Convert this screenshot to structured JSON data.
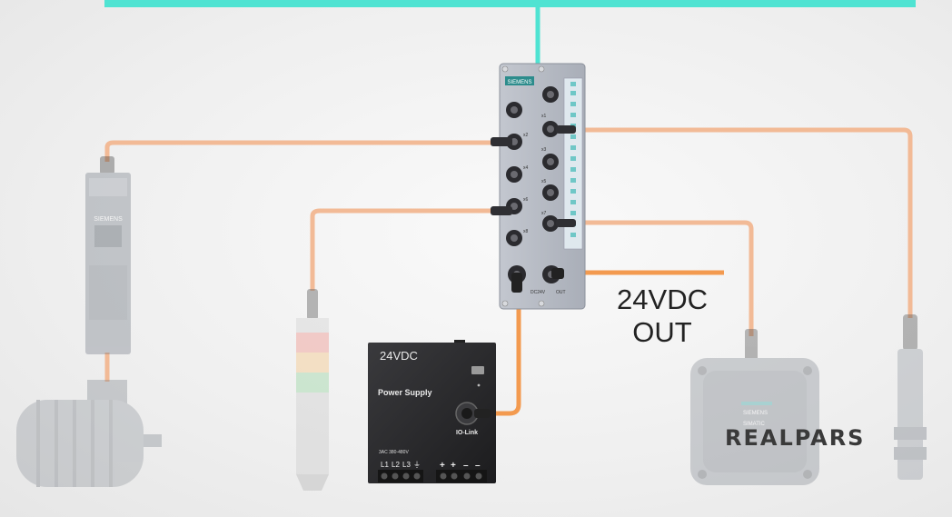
{
  "io_module": {
    "brand": "SIEMENS",
    "port_labels": [
      "x1",
      "x2",
      "x3",
      "x4",
      "x5",
      "x6",
      "x7",
      "x8"
    ],
    "supply_labels": [
      "DC24V",
      "OUT"
    ]
  },
  "power_supply": {
    "voltage_label": "24VDC",
    "name": "Power Supply",
    "port_label": "IO-Link",
    "input_rating": "3AC 380-480V",
    "input_terminals": [
      "L1",
      "L2",
      "L3",
      "⏚"
    ],
    "output_terminals": [
      "+",
      "+",
      "–",
      "–"
    ]
  },
  "motor_starter": {
    "brand": "SIEMENS"
  },
  "rfid_reader": {
    "brand": "SIEMENS",
    "model": "SIMATIC"
  },
  "output_label": {
    "line1": "24VDC",
    "line2": "OUT"
  },
  "watermark": "REALPARS",
  "colors": {
    "network": "#4fe3d2",
    "sensor_cable": "#f2b48c",
    "power_cable": "#f39a4f",
    "module_body": "#b9bdc6",
    "power_supply_body": "#2a2a2c",
    "siemens_teal": "#2c8c8c"
  }
}
